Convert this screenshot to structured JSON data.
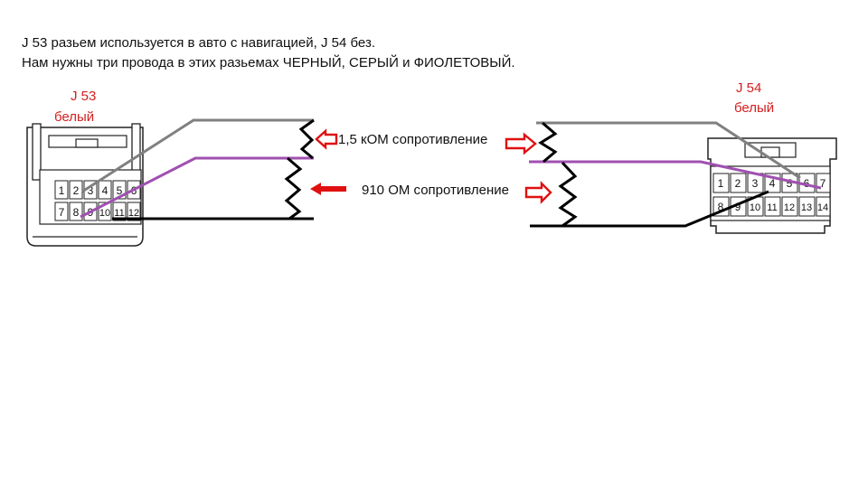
{
  "header": {
    "line1": "J 53 разьем используется  в авто с навигацией, J 54 без.",
    "line2": "Нам нужны три провода в этих разьемах  ЧЕРНЫЙ, СЕРЫЙ и ФИОЛЕТОВЫЙ."
  },
  "connector_j53": {
    "name": "J 53",
    "color_label": "белый",
    "pins_top": [
      "1",
      "2",
      "3",
      "4",
      "5",
      "6"
    ],
    "pins_bottom": [
      "7",
      "8",
      "9",
      "10",
      "11",
      "12"
    ]
  },
  "connector_j54": {
    "name": "J 54",
    "color_label": "белый",
    "pins_top": [
      "1",
      "2",
      "3",
      "4",
      "5",
      "6",
      "7"
    ],
    "pins_bottom": [
      "8",
      "9",
      "10",
      "11",
      "12",
      "13",
      "14"
    ]
  },
  "resistors": {
    "r1_label": "1,5 кОМ сопротивление",
    "r2_label": "910 ОМ сопротивление"
  },
  "colors": {
    "wire_gray": "#808080",
    "wire_purple": "#a050b0",
    "wire_black": "#000000",
    "arrow_red": "#e01010",
    "label_red": "#d42020"
  }
}
